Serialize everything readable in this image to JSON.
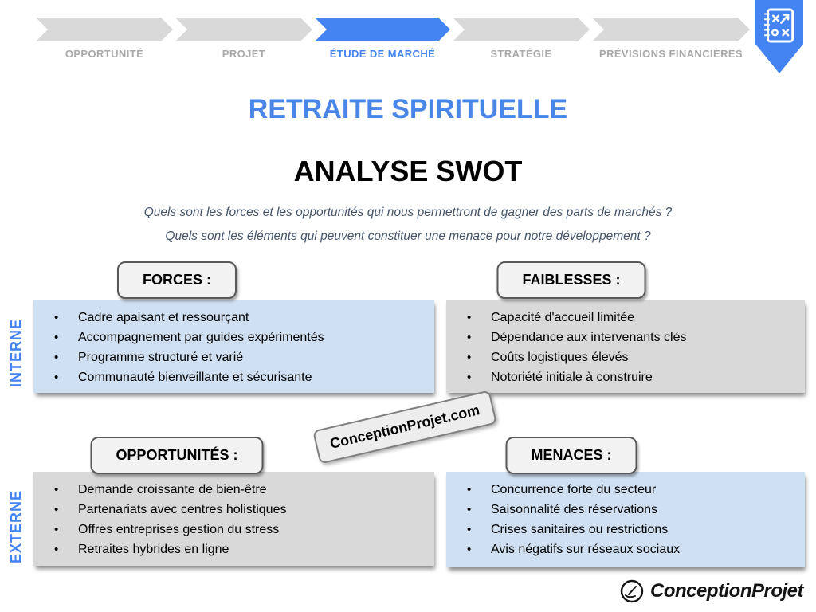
{
  "nav": {
    "steps": [
      {
        "label": "OPPORTUNITÉ",
        "active": false
      },
      {
        "label": "PROJET",
        "active": false
      },
      {
        "label": "ÉTUDE DE MARCHÉ",
        "active": true
      },
      {
        "label": "STRATÉGIE",
        "active": false
      },
      {
        "label": "PRÉVISIONS FINANCIÈRES",
        "active": false
      }
    ],
    "bookmark_icon": "strategy-notebook-icon"
  },
  "titles": {
    "main": "RETRAITE SPIRITUELLE",
    "subtitle": "ANALYSE SWOT"
  },
  "questions": {
    "q1": "Quels sont les forces et les opportunités qui nous permettront de gagner des parts de marchés ?",
    "q2": "Quels sont les éléments qui peuvent constituer une menace pour notre développement ?"
  },
  "axes": {
    "internal": "INTERNE",
    "external": "EXTERNE"
  },
  "quadrants": {
    "forces": {
      "title": "FORCES :",
      "items": [
        "Cadre apaisant et ressourçant",
        "Accompagnement par guides expérimentés",
        "Programme structuré et varié",
        "Communauté bienveillante et sécurisante"
      ]
    },
    "faiblesses": {
      "title": "FAIBLESSES :",
      "items": [
        "Capacité d'accueil limitée",
        "Dépendance aux intervenants clés",
        "Coûts logistiques élevés",
        "Notoriété initiale à construire"
      ]
    },
    "opportunites": {
      "title": "OPPORTUNITÉS :",
      "items": [
        "Demande croissante de bien-être",
        "Partenariats avec centres holistiques",
        "Offres entreprises gestion du stress",
        "Retraites hybrides en ligne"
      ]
    },
    "menaces": {
      "title": "MENACES :",
      "items": [
        "Concurrence forte du secteur",
        "Saisonnalité des réservations",
        "Crises sanitaires ou restrictions",
        "Avis négatifs sur réseaux sociaux"
      ]
    }
  },
  "watermark": "ConceptionProjet.com",
  "footer": {
    "brand": "ConceptionProjet",
    "logo_icon": "hand-pen-circle-icon"
  },
  "colors": {
    "accent_blue": "#4383f2",
    "title_blue": "#4a86e8",
    "light_blue_panel": "#cfe0f2",
    "gray_panel": "#d9d9d9",
    "pill_background": "#f2f2f2",
    "question_text": "#44546a",
    "inactive_step": "#d9d9d9",
    "inactive_step_label": "#a9a9a9"
  }
}
